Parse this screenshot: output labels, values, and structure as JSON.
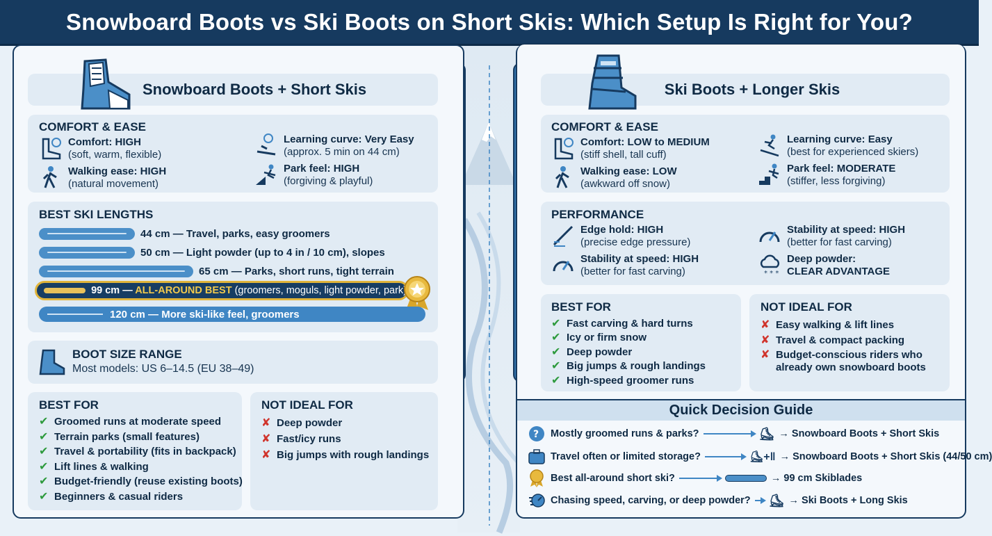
{
  "header": {
    "title": "Snowboard Boots vs Ski Boots on Short Skis: Which Setup Is Right for You?"
  },
  "left": {
    "title": "Snowboard Boots + Short Skis",
    "comfort": {
      "heading": "COMFORT & EASE",
      "items": [
        {
          "label": "Comfort: HIGH",
          "detail": "(soft, warm, flexible)"
        },
        {
          "label": "Walking ease: HIGH",
          "detail": "(natural movement)"
        },
        {
          "label": "Learning curve: Very Easy",
          "detail": "(approx. 5 min on 44 cm)"
        },
        {
          "label": "Park feel: HIGH",
          "detail": "(forgiving & playful)"
        }
      ]
    },
    "lengths": {
      "heading": "BEST SKI LENGTHS",
      "rows": [
        {
          "label": "44 cm — Travel, parks, easy groomers",
          "fill": 0.25
        },
        {
          "label": "50 cm — Light powder (up to 4 in / 10 cm), slopes",
          "fill": 0.25
        },
        {
          "label": "65 cm — Parks, short runs, tight terrain",
          "fill": 0.4
        }
      ],
      "highlight": {
        "prefix": "99 cm — ",
        "best": "ALL-AROUND BEST",
        "suffix": " (groomers, moguls, light powder, park)"
      },
      "row120": "120 cm — More ski-like feel, groomers"
    },
    "boot_size": {
      "heading": "BOOT SIZE RANGE",
      "detail": "Most models: US 6–14.5 (EU 38–49)"
    },
    "best_for": {
      "heading": "BEST FOR",
      "items": [
        "Groomed runs at moderate speed",
        "Terrain parks (small features)",
        "Travel & portability (fits in backpack)",
        "Lift lines & walking",
        "Budget-friendly (reuse existing boots)",
        "Beginners & casual riders"
      ]
    },
    "not_ideal": {
      "heading": "NOT IDEAL FOR",
      "items": [
        "Deep powder",
        "Fast/icy runs",
        "Big jumps with rough landings"
      ]
    }
  },
  "right": {
    "title": "Ski Boots + Longer Skis",
    "comfort": {
      "heading": "COMFORT & EASE",
      "items": [
        {
          "label": "Comfort: LOW to MEDIUM",
          "detail": "(stiff shell, tall cuff)"
        },
        {
          "label": "Walking ease: LOW",
          "detail": "(awkward off snow)"
        },
        {
          "label": "Learning curve: Easy",
          "detail": "(best for experienced skiers)"
        },
        {
          "label": "Park feel: MODERATE",
          "detail": "(stiffer, less forgiving)"
        }
      ]
    },
    "performance": {
      "heading": "PERFORMANCE",
      "items": [
        {
          "label": "Edge hold: HIGH",
          "detail": "(precise edge pressure)"
        },
        {
          "label": "Stability at speed: HIGH",
          "detail": "(better for fast carving)"
        },
        {
          "label": "Stability at speed: HIGH",
          "detail": "(better for fast carving)"
        },
        {
          "label": "Deep powder:",
          "detail": "CLEAR ADVANTAGE"
        }
      ]
    },
    "best_for": {
      "heading": "BEST FOR",
      "items": [
        "Fast carving & hard turns",
        "Icy or firm snow",
        "Deep powder",
        "Big jumps & rough landings",
        "High-speed groomer runs"
      ]
    },
    "not_ideal": {
      "heading": "NOT IDEAL FOR",
      "items": [
        "Easy walking & lift lines",
        "Travel & compact packing",
        "Budget-conscious riders who already own snowboard boots"
      ]
    }
  },
  "guide": {
    "heading": "Quick Decision Guide",
    "rows": [
      {
        "question": "Mostly groomed runs & parks?",
        "result": "→ Snowboard Boots + Short Skis"
      },
      {
        "question": "Travel often or limited storage?",
        "result": "→ Snowboard Boots + Short Skis (44/50 cm)"
      },
      {
        "question": "Best all-around short ski?",
        "result": "→ 99 cm Skiblades"
      },
      {
        "question": "Chasing speed, carving, or deep powder?",
        "result": "→ Ski Boots + Long Skis"
      }
    ]
  },
  "colors": {
    "navy": "#163a5f",
    "blue": "#3f86c4",
    "gold": "#e0b43a",
    "check": "#2e9a3e",
    "cross": "#d0342c"
  }
}
